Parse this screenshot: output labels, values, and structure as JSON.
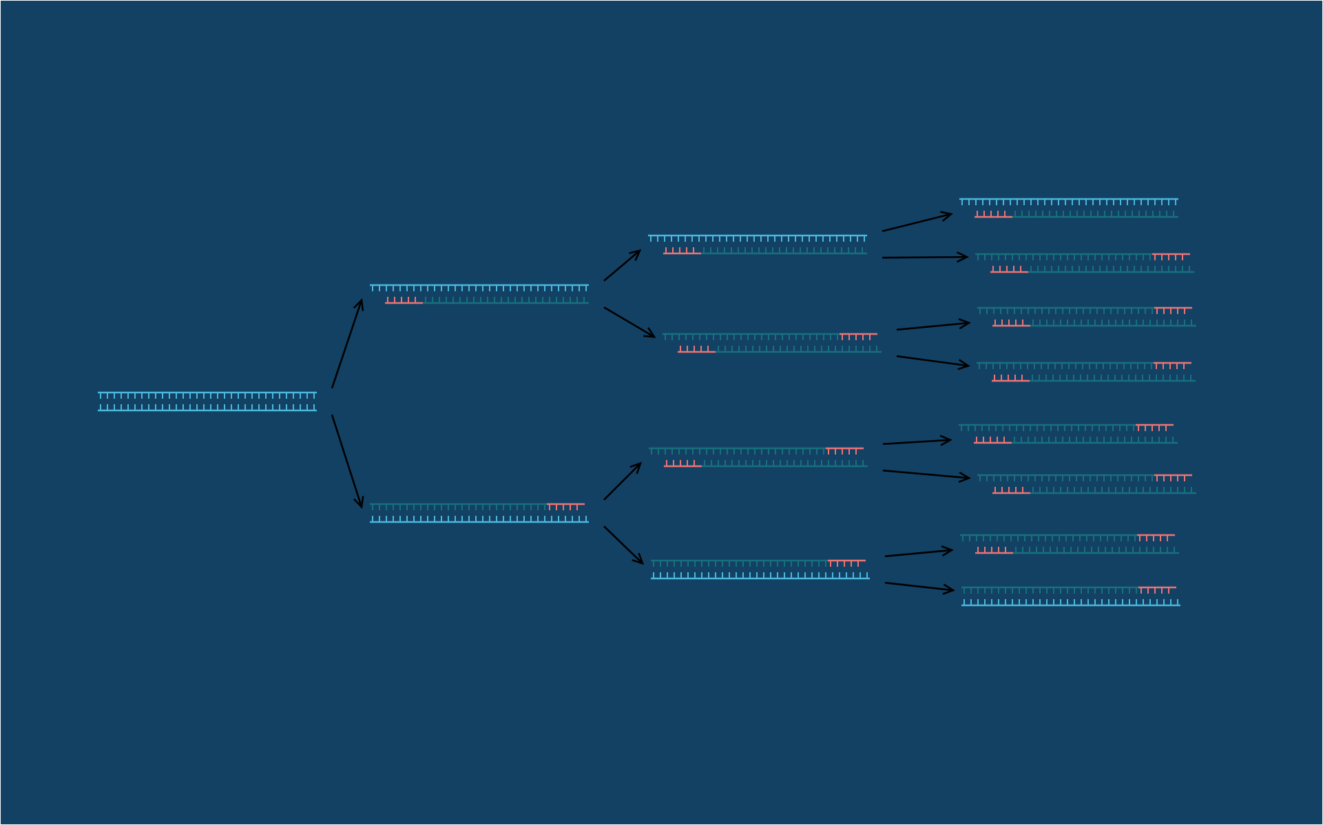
{
  "diagram": {
    "kind": "pcr-amplification",
    "cycles": 3,
    "colors": {
      "background": "#134164",
      "template_strand": "#4ab8dc",
      "new_strand": "#17707e",
      "primer": "#ef7474",
      "arrow": "#000000"
    },
    "stages": [
      {
        "id": "start",
        "label": "",
        "molecules": [
          {
            "id": "m0",
            "top": "template",
            "bottom": "template",
            "primer": "none"
          }
        ]
      },
      {
        "id": "cycle-1",
        "label": "",
        "molecules": [
          {
            "id": "m1a",
            "top": "template",
            "bottom": "new",
            "primer": "bottom-left"
          },
          {
            "id": "m1b",
            "top": "new",
            "bottom": "template",
            "primer": "top-right"
          }
        ]
      },
      {
        "id": "cycle-2",
        "label": "",
        "molecules": [
          {
            "id": "m2a",
            "top": "template",
            "bottom": "new",
            "primer": "bottom-left"
          },
          {
            "id": "m2b",
            "top": "new",
            "bottom": "new",
            "primer": "both"
          },
          {
            "id": "m2c",
            "top": "new",
            "bottom": "new",
            "primer": "both"
          },
          {
            "id": "m2d",
            "top": "new",
            "bottom": "template",
            "primer": "top-right"
          }
        ]
      },
      {
        "id": "cycle-3",
        "label": "",
        "molecules": [
          {
            "id": "m3a",
            "top": "template",
            "bottom": "new",
            "primer": "bottom-left"
          },
          {
            "id": "m3b",
            "top": "new",
            "bottom": "new",
            "primer": "both"
          },
          {
            "id": "m3c",
            "top": "new",
            "bottom": "new",
            "primer": "both"
          },
          {
            "id": "m3d",
            "top": "new",
            "bottom": "new",
            "primer": "both"
          },
          {
            "id": "m3e",
            "top": "new",
            "bottom": "new",
            "primer": "both"
          },
          {
            "id": "m3f",
            "top": "new",
            "bottom": "new",
            "primer": "both"
          },
          {
            "id": "m3g",
            "top": "new",
            "bottom": "new",
            "primer": "both"
          },
          {
            "id": "m3h",
            "top": "new",
            "bottom": "template",
            "primer": "top-right"
          }
        ]
      }
    ],
    "transitions": [
      {
        "from": "m0",
        "to": "m1a"
      },
      {
        "from": "m0",
        "to": "m1b"
      },
      {
        "from": "m1a",
        "to": "m2a"
      },
      {
        "from": "m1a",
        "to": "m2b"
      },
      {
        "from": "m1b",
        "to": "m2c"
      },
      {
        "from": "m1b",
        "to": "m2d"
      },
      {
        "from": "m2a",
        "to": "m3a"
      },
      {
        "from": "m2a",
        "to": "m3b"
      },
      {
        "from": "m2b",
        "to": "m3c"
      },
      {
        "from": "m2b",
        "to": "m3d"
      },
      {
        "from": "m2c",
        "to": "m3e"
      },
      {
        "from": "m2c",
        "to": "m3f"
      },
      {
        "from": "m2d",
        "to": "m3g"
      },
      {
        "from": "m2d",
        "to": "m3h"
      }
    ]
  }
}
